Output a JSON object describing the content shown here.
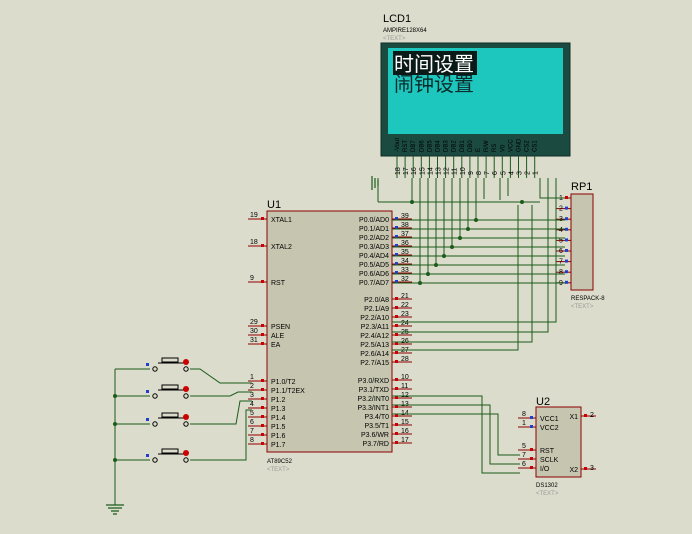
{
  "colors": {
    "background": "#dcdccc",
    "chip_fill": "#c6c6b0",
    "chip_border": "#8b0000",
    "wire": "#1a5c1a",
    "pin_marker": "#1f3fcf",
    "pin_red": "#cc0000",
    "lcd_frame": "#1a4a40",
    "lcd_screen": "#1ec7bd"
  },
  "lcd": {
    "ref": "LCD1",
    "part": "AMPIRE128X64",
    "text_tag": "<TEXT>",
    "line1": "时间设置",
    "line2": "闹钟设置",
    "pins": [
      {
        "num": "18",
        "name": "-Vout"
      },
      {
        "num": "17",
        "name": "RST"
      },
      {
        "num": "16",
        "name": "DB7"
      },
      {
        "num": "15",
        "name": "DB6"
      },
      {
        "num": "14",
        "name": "DB5"
      },
      {
        "num": "13",
        "name": "DB4"
      },
      {
        "num": "12",
        "name": "DB3"
      },
      {
        "num": "11",
        "name": "DB2"
      },
      {
        "num": "10",
        "name": "DB1"
      },
      {
        "num": "9",
        "name": "DB0"
      },
      {
        "num": "8",
        "name": "E"
      },
      {
        "num": "7",
        "name": "R/W"
      },
      {
        "num": "6",
        "name": "RS"
      },
      {
        "num": "5",
        "name": "V0"
      },
      {
        "num": "4",
        "name": "VCC"
      },
      {
        "num": "3",
        "name": "GND"
      },
      {
        "num": "2",
        "name": "CS2"
      },
      {
        "num": "1",
        "name": "CS1"
      }
    ]
  },
  "mcu": {
    "ref": "U1",
    "part": "AT89C52",
    "text_tag": "<TEXT>",
    "left_pins": [
      {
        "num": "19",
        "name": "XTAL1"
      },
      {
        "num": "18",
        "name": "XTAL2"
      },
      {
        "num": "9",
        "name": "RST"
      },
      {
        "num": "29",
        "name": "PSEN"
      },
      {
        "num": "30",
        "name": "ALE"
      },
      {
        "num": "31",
        "name": "EA"
      },
      {
        "num": "1",
        "name": "P1.0/T2"
      },
      {
        "num": "2",
        "name": "P1.1/T2EX"
      },
      {
        "num": "3",
        "name": "P1.2"
      },
      {
        "num": "4",
        "name": "P1.3"
      },
      {
        "num": "5",
        "name": "P1.4"
      },
      {
        "num": "6",
        "name": "P1.5"
      },
      {
        "num": "7",
        "name": "P1.6"
      },
      {
        "num": "8",
        "name": "P1.7"
      }
    ],
    "right_pins": [
      {
        "num": "39",
        "name": "P0.0/AD0"
      },
      {
        "num": "38",
        "name": "P0.1/AD1"
      },
      {
        "num": "37",
        "name": "P0.2/AD2"
      },
      {
        "num": "36",
        "name": "P0.3/AD3"
      },
      {
        "num": "35",
        "name": "P0.4/AD4"
      },
      {
        "num": "34",
        "name": "P0.5/AD5"
      },
      {
        "num": "33",
        "name": "P0.6/AD6"
      },
      {
        "num": "32",
        "name": "P0.7/AD7"
      },
      {
        "num": "21",
        "name": "P2.0/A8"
      },
      {
        "num": "22",
        "name": "P2.1/A9"
      },
      {
        "num": "23",
        "name": "P2.2/A10"
      },
      {
        "num": "24",
        "name": "P2.3/A11"
      },
      {
        "num": "25",
        "name": "P2.4/A12"
      },
      {
        "num": "26",
        "name": "P2.5/A13"
      },
      {
        "num": "27",
        "name": "P2.6/A14"
      },
      {
        "num": "28",
        "name": "P2.7/A15"
      },
      {
        "num": "10",
        "name": "P3.0/RXD"
      },
      {
        "num": "11",
        "name": "P3.1/TXD"
      },
      {
        "num": "12",
        "name": "P3.2/INT0"
      },
      {
        "num": "13",
        "name": "P3.3/INT1"
      },
      {
        "num": "14",
        "name": "P3.4/T0"
      },
      {
        "num": "15",
        "name": "P3.5/T1"
      },
      {
        "num": "16",
        "name": "P3.6/WR"
      },
      {
        "num": "17",
        "name": "P3.7/RD"
      }
    ]
  },
  "respack": {
    "ref": "RP1",
    "part": "RESPACK-8",
    "text_tag": "<TEXT>",
    "pins": [
      "1",
      "2",
      "3",
      "4",
      "5",
      "6",
      "7",
      "8",
      "9"
    ]
  },
  "rtc": {
    "ref": "U2",
    "part": "DS1302",
    "text_tag": "<TEXT>",
    "left_pins": [
      {
        "num": "8",
        "name": "VCC1"
      },
      {
        "num": "1",
        "name": "VCC2"
      },
      {
        "num": "5",
        "name": "RST"
      },
      {
        "num": "7",
        "name": "SCLK"
      },
      {
        "num": "6",
        "name": "I/O"
      }
    ],
    "right_pins": [
      {
        "num": "2",
        "name": "X1"
      },
      {
        "num": "3",
        "name": "X2"
      }
    ]
  }
}
